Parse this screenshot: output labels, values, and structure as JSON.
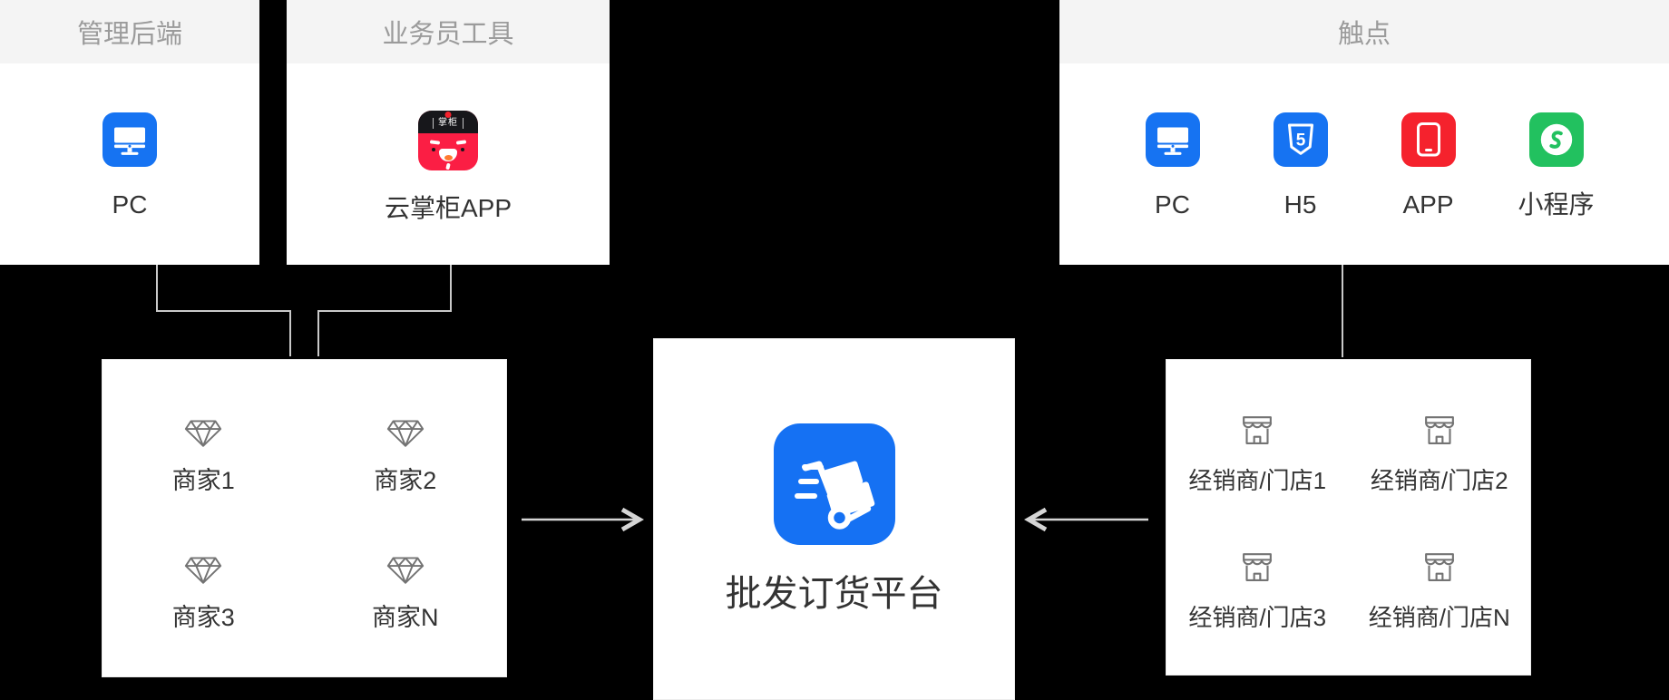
{
  "panels": {
    "admin": {
      "title": "管理后端",
      "items": [
        {
          "label": "PC",
          "icon": "pc-monitor"
        }
      ]
    },
    "sales": {
      "title": "业务员工具",
      "items": [
        {
          "label": "云掌柜APP",
          "icon": "yunzhanggui-app",
          "badge": "掌柜"
        }
      ]
    },
    "touch": {
      "title": "触点",
      "items": [
        {
          "label": "PC",
          "icon": "pc-monitor"
        },
        {
          "label": "H5",
          "icon": "html5-shield"
        },
        {
          "label": "APP",
          "icon": "mobile-app"
        },
        {
          "label": "小程序",
          "icon": "mini-program"
        }
      ]
    }
  },
  "merchants": {
    "icon": "gem",
    "items": [
      "商家1",
      "商家2",
      "商家3",
      "商家N"
    ]
  },
  "platform": {
    "label": "批发订货平台",
    "icon": "hand-truck"
  },
  "stores": {
    "icon": "storefront",
    "items": [
      "经销商/门店1",
      "经销商/门店2",
      "经销商/门店3",
      "经销商/门店N"
    ]
  },
  "colors": {
    "background": "#000000",
    "panel_header_bg": "#f4f4f4",
    "panel_header_text": "#9b9b9b",
    "label_text": "#333333",
    "icon_blue": "#1673f2",
    "icon_red": "#f5222d",
    "icon_green": "#22c15f",
    "icon_crimson": "#fb1e44",
    "platform_blue": "#1571f3",
    "outline_icon_gray": "#737373",
    "connector_line": "#c9c9c9",
    "arrow": "#d5d5d5"
  }
}
